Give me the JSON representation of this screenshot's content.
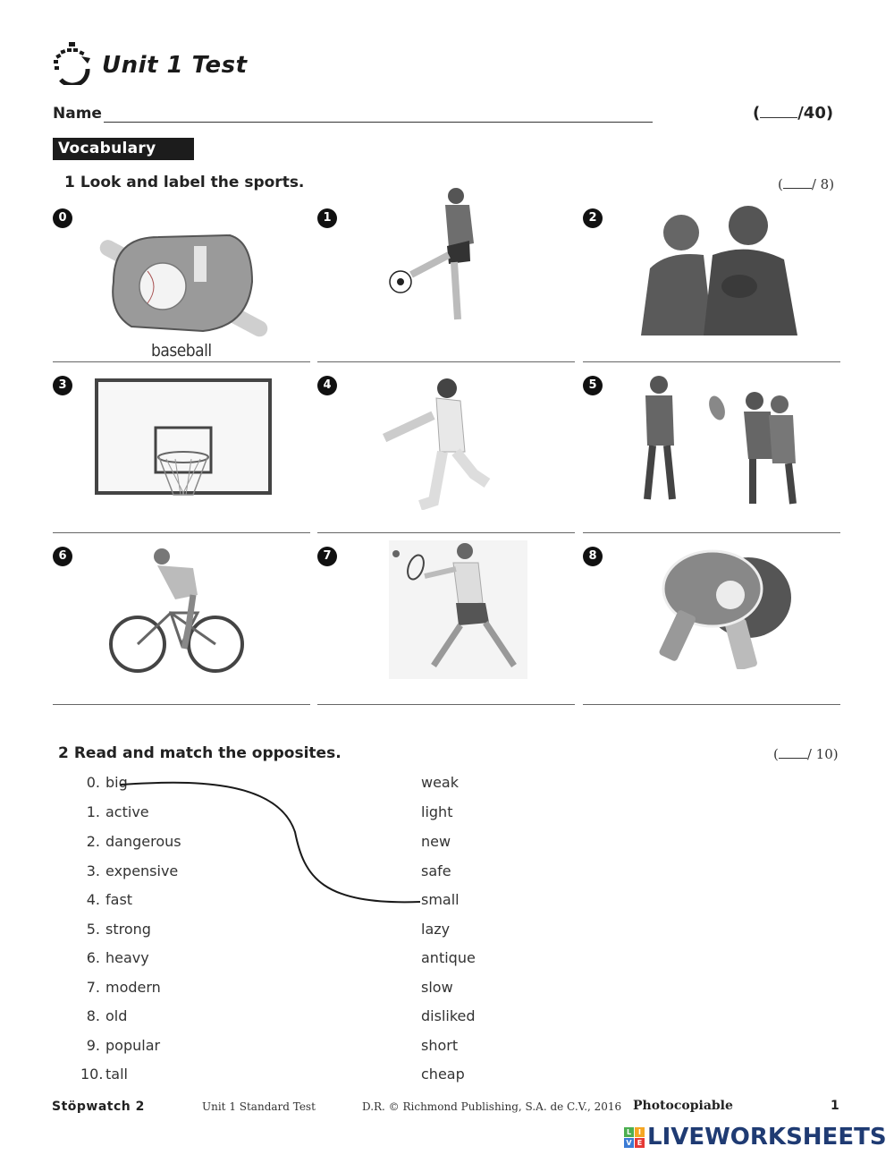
{
  "header": {
    "title": "Unit 1 Test",
    "logo_icon": "stopwatch-icon",
    "name_label": "Name",
    "total_score": {
      "open": "(",
      "close": "/40)"
    }
  },
  "section": {
    "label": "Vocabulary"
  },
  "exercise1": {
    "number": "1",
    "instruction": "Look and label the sports.",
    "score": {
      "open": "(",
      "close": "/ 8)"
    },
    "items": [
      {
        "num": "0",
        "image": "baseball-glove-bat-ball",
        "answer": "baseball"
      },
      {
        "num": "1",
        "image": "girl-kicking-soccer-ball",
        "answer": ""
      },
      {
        "num": "2",
        "image": "american-football-players",
        "answer": ""
      },
      {
        "num": "3",
        "image": "basketball-backboard-hoop",
        "answer": ""
      },
      {
        "num": "4",
        "image": "cricket-batsman",
        "answer": ""
      },
      {
        "num": "5",
        "image": "rugby-players-passing",
        "answer": ""
      },
      {
        "num": "6",
        "image": "cyclist-on-bike",
        "answer": ""
      },
      {
        "num": "7",
        "image": "tennis-player",
        "answer": ""
      },
      {
        "num": "8",
        "image": "table-tennis-paddles",
        "answer": ""
      }
    ]
  },
  "exercise2": {
    "number": "2",
    "instruction": "Read and match the opposites.",
    "score": {
      "open": "(",
      "close": "/ 10)"
    },
    "left": [
      {
        "n": "0.",
        "word": "big"
      },
      {
        "n": "1.",
        "word": "active"
      },
      {
        "n": "2.",
        "word": "dangerous"
      },
      {
        "n": "3.",
        "word": "expensive"
      },
      {
        "n": "4.",
        "word": "fast"
      },
      {
        "n": "5.",
        "word": "strong"
      },
      {
        "n": "6.",
        "word": "heavy"
      },
      {
        "n": "7.",
        "word": "modern"
      },
      {
        "n": "8.",
        "word": "old"
      },
      {
        "n": "9.",
        "word": "popular"
      },
      {
        "n": "10.",
        "word": "tall"
      }
    ],
    "right": [
      "weak",
      "light",
      "new",
      "safe",
      "small",
      "lazy",
      "antique",
      "slow",
      "disliked",
      "short",
      "cheap"
    ],
    "example_match": {
      "from": "big",
      "to": "small"
    }
  },
  "footer": {
    "brand": "Stöpwatch 2",
    "test_name": "Unit 1 Standard Test",
    "copyright": "D.R. © Richmond Publishing, S.A. de C.V., 2016",
    "photocopiable": "Photocopiable",
    "page": "1"
  },
  "watermark": {
    "text": "LIVEWORKSHEETS",
    "grid_letters": [
      "L",
      "I",
      "V",
      "E"
    ],
    "grid_colors": [
      "#4caf50",
      "#f5a623",
      "#3b7bd4",
      "#e53935"
    ],
    "text_color": "#1f3b73"
  }
}
